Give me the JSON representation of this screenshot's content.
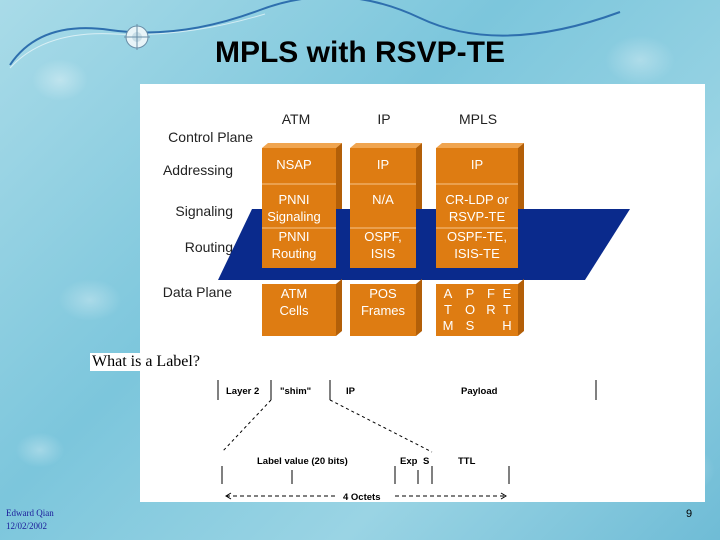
{
  "slide": {
    "title": "MPLS with RSVP-TE",
    "subheading": "What is a Label?",
    "footer_author": "Edward Qian",
    "footer_date": "12/02/2002",
    "page_number": "9"
  },
  "stack": {
    "columns": [
      "ATM",
      "IP",
      "MPLS"
    ],
    "rows": [
      "Control Plane",
      "Addressing",
      "Signaling",
      "Routing",
      "Data Plane"
    ],
    "cells": {
      "atm_addressing": "NSAP",
      "atm_signaling": [
        "PNNI",
        "Signaling"
      ],
      "atm_routing": [
        "PNNI",
        "Routing"
      ],
      "atm_data": [
        "ATM",
        "Cells"
      ],
      "ip_addressing": "IP",
      "ip_signaling": "N/A",
      "ip_routing": [
        "OSPF,",
        "ISIS"
      ],
      "ip_data": [
        "POS",
        "Frames"
      ],
      "mpls_addressing": "IP",
      "mpls_signaling": [
        "CR-LDP or",
        "RSVP-TE"
      ],
      "mpls_routing": [
        "OSPF-TE,",
        "ISIS-TE"
      ],
      "mpls_data_letters": [
        "A",
        "P",
        "F",
        "E",
        "T",
        "O",
        "R",
        "T",
        "M",
        "S",
        "H"
      ]
    },
    "colors": {
      "box": "#de7c12",
      "box_side": "#b35f08",
      "plane": "#0a2a8c",
      "panel": "#ffffff"
    }
  },
  "label_format": {
    "header_fields": [
      "Layer 2",
      "\"shim\"",
      "IP",
      "Payload"
    ],
    "shim_fields": [
      "Label value (20 bits)",
      "Exp",
      "S",
      "TTL"
    ],
    "width_caption": "4 Octets"
  }
}
